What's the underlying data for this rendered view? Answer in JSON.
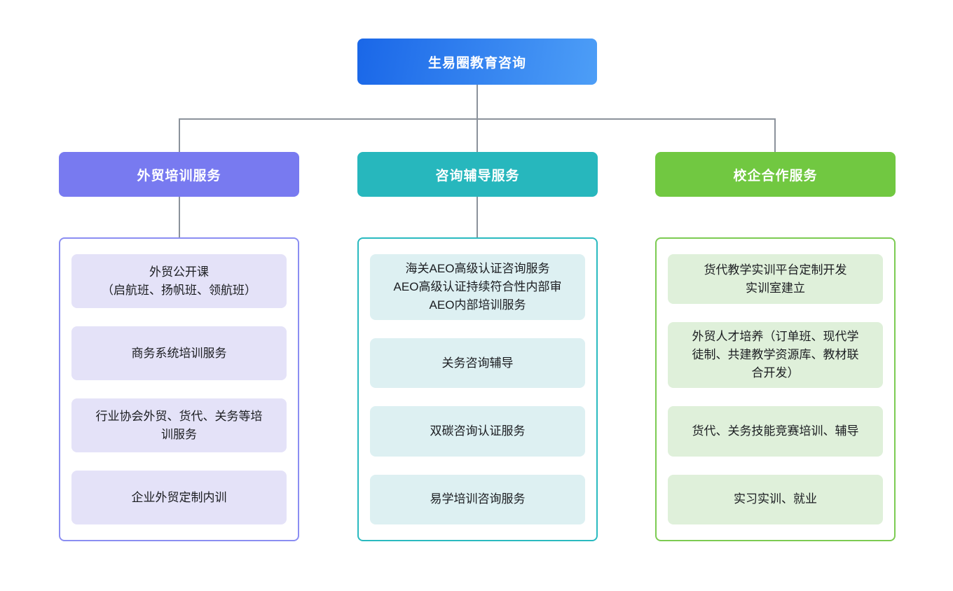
{
  "root": {
    "title": "生易圈教育咨询",
    "gradient_from": "#1a67e8",
    "gradient_to": "#4d9ef7"
  },
  "connector_color": "#8b929b",
  "branches": [
    {
      "label": "外贸培训服务",
      "header_color": "#787af0",
      "border_color": "#8b8ef2",
      "item_bg": "#e4e2f8",
      "items": [
        "外贸公开课\n（启航班、扬帆班、领航班）",
        "商务系统培训服务",
        "行业协会外贸、货代、关务等培\n训服务",
        "企业外贸定制内训"
      ]
    },
    {
      "label": "咨询辅导服务",
      "header_color": "#27b7bd",
      "border_color": "#2abac0",
      "item_bg": "#ddf0f2",
      "items": [
        "海关AEO高级认证咨询服务\nAEO高级认证持续符合性内部审\nAEO内部培训服务",
        "关务咨询辅导",
        "双碳咨询认证服务",
        "易学培训咨询服务"
      ]
    },
    {
      "label": "校企合作服务",
      "header_color": "#71c841",
      "border_color": "#7ccb52",
      "item_bg": "#dff0da",
      "items": [
        "货代教学实训平台定制开发\n实训室建立",
        "外贸人才培养（订单班、现代学\n徒制、共建教学资源库、教材联\n合开发）",
        "货代、关务技能竞赛培训、辅导",
        "实习实训、就业"
      ]
    }
  ]
}
